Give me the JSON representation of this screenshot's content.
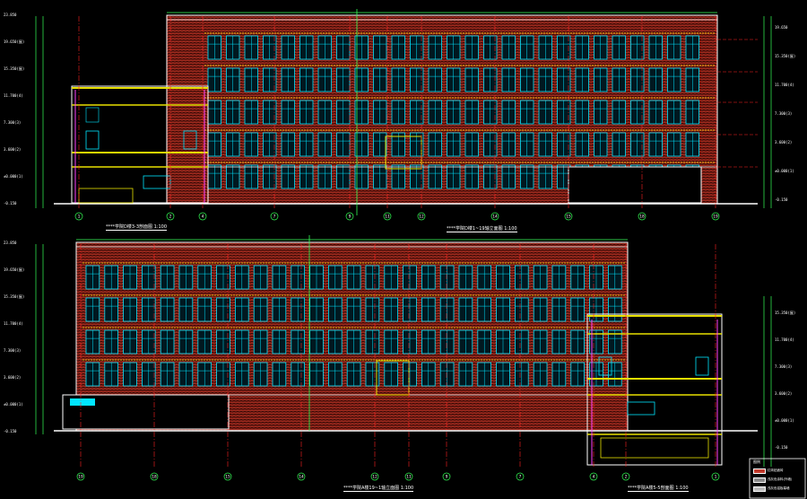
{
  "drawing": {
    "top_elevation": {
      "title": "****学院D楼1~19轴立面图",
      "scale": "1:100",
      "section_title": "****学院D楼3-3剖面图",
      "section_scale": "1:100",
      "axis_labels": [
        "1",
        "2",
        "4",
        "7",
        "9",
        "11",
        "12",
        "14",
        "15",
        "18",
        "19"
      ],
      "level_left": [
        "23.850",
        "19.650(屋)",
        "15.350(屋)",
        "11.700(4)",
        "7.300(3)",
        "3.600(2)",
        "±0.000(1)",
        "-0.150"
      ],
      "level_right": [
        "19.650",
        "15.350(屋)",
        "11.700(4)",
        "7.300(3)",
        "3.600(2)",
        "±0.000(1)",
        "-0.150"
      ]
    },
    "bottom_elevation": {
      "title": "****学院A楼19~1轴立面图",
      "scale": "1:100",
      "section_title": "****学院A楼5-5剖面图",
      "section_scale": "1:100",
      "axis_labels": [
        "19",
        "18",
        "15",
        "14",
        "12",
        "11",
        "9",
        "7",
        "4",
        "2",
        "1"
      ],
      "level_left": [
        "23.850",
        "19.650(屋)",
        "15.350(屋)",
        "11.700(4)",
        "7.300(3)",
        "3.600(2)",
        "±0.000(1)",
        "-0.150"
      ],
      "level_right": [
        "15.350(屋)",
        "11.700(4)",
        "7.300(3)",
        "3.600(2)",
        "±0.000(1)",
        "-0.150"
      ]
    },
    "legend": {
      "heading": "图例",
      "items": [
        {
          "label": "红砖贴面砖",
          "color": "#c0392b"
        },
        {
          "label": "浅灰色涂料(外墙)",
          "color": "#888888"
        },
        {
          "label": "浅灰色铝板幕墙",
          "color": "#bbbbbb"
        }
      ]
    },
    "colors": {
      "background": "#000000",
      "brick": "#d23a2a",
      "glazing": "#00e5ff",
      "frame": "#ffffff",
      "axis": "#ff2222",
      "dimension": "#33ff55",
      "slab": "#e8e000",
      "section": "#ff40ff"
    }
  }
}
